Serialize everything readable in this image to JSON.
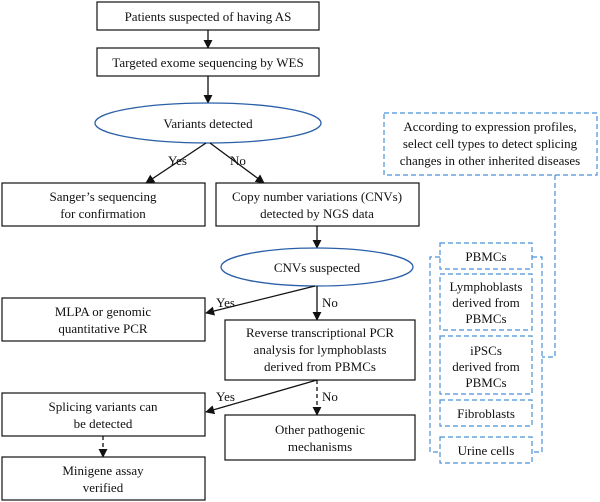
{
  "nodes": {
    "patients": "Patients suspected of having AS",
    "wes": "Targeted exome sequencing by WES",
    "variants": "Variants detected",
    "sanger": [
      "Sanger’s sequencing",
      "for confirmation"
    ],
    "cnv": [
      "Copy number variations (CNVs)",
      "detected by NGS data"
    ],
    "cnv_suspected": "CNVs suspected",
    "mlpa": [
      "MLPA or genomic",
      "quantitative PCR"
    ],
    "rtpcr": [
      "Reverse transcriptional PCR",
      "analysis for lymphoblasts",
      "derived from PBMCs"
    ],
    "splicing": [
      "Splicing variants can",
      "be detected"
    ],
    "other": [
      "Other pathogenic",
      "mechanisms"
    ],
    "minigene": [
      "Minigene assay",
      "verified"
    ],
    "expression_note": [
      "According to expression profiles,",
      "select cell types to detect splicing",
      "changes in other inherited diseases"
    ]
  },
  "cell_types": {
    "pbmcs": "PBMCs",
    "lymphoblasts": [
      "Lymphoblasts",
      "derived from",
      "PBMCs"
    ],
    "ipscs": [
      "iPSCs",
      "derived from",
      "PBMCs"
    ],
    "fibroblasts": "Fibroblasts",
    "urine": "Urine cells"
  },
  "edges": {
    "yes": "Yes",
    "no": "No"
  }
}
